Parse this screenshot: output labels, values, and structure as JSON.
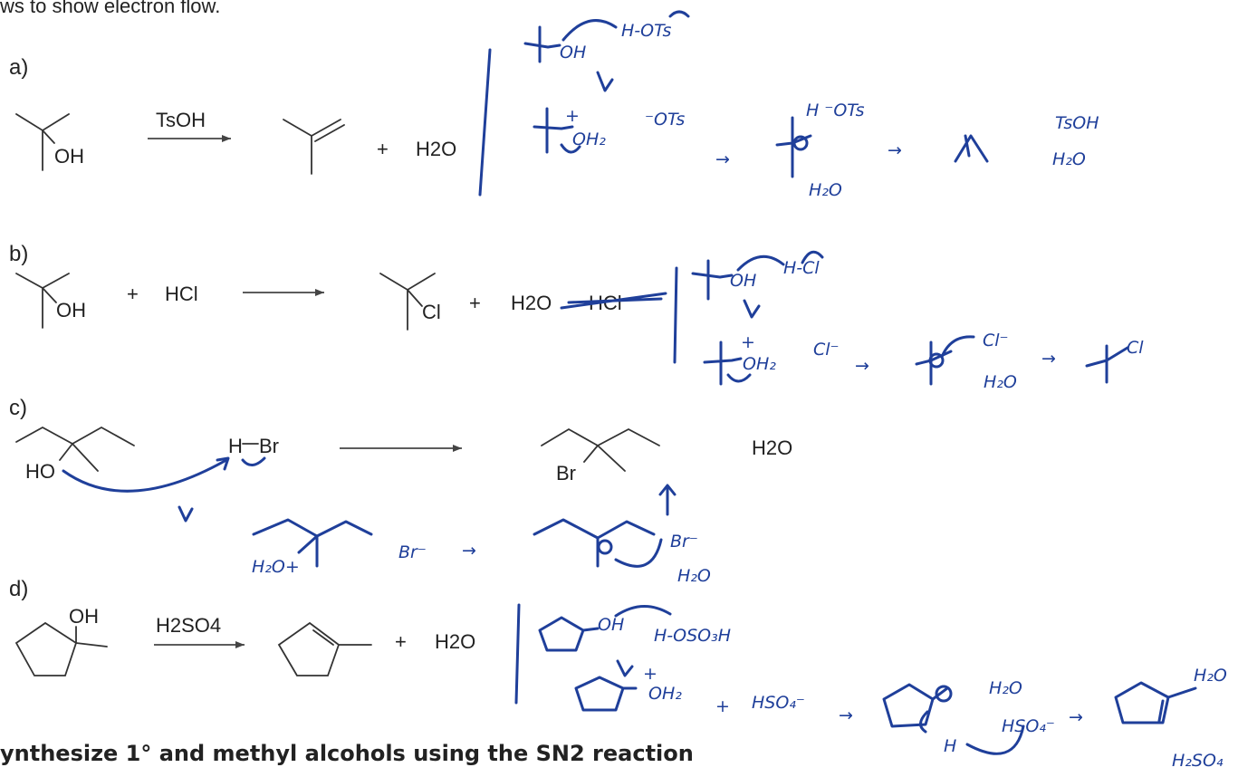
{
  "header_text": "ws to show electron flow.",
  "footer_text": "ynthesize 1° and methyl alcohols using the SN2 reaction",
  "problems": {
    "a": {
      "label": "a)",
      "oh": "OH",
      "reagent": "TsOH",
      "plus": "+",
      "water": "H2O",
      "handwritten": {
        "step1_hots": "H-OTs",
        "oh_small": "OH",
        "ots1": "⁻OTs",
        "oh2": "OH₂",
        "plus_charge": "+",
        "arrow1": "→",
        "h_ots2": "H  ⁻OTs",
        "arrow2": "→",
        "water_mid": "H₂O",
        "tsoh": "TsOH",
        "water_right": "H₂O"
      }
    },
    "b": {
      "label": "b)",
      "oh": "OH",
      "plus": "+",
      "reagent": "HCl",
      "cl": "Cl",
      "water": "H2O",
      "struck": "HCl",
      "handwritten": {
        "oh_small": "OH",
        "hcl": "H-Cl",
        "oh2": "OH₂",
        "plus_charge": "+",
        "cl_minus": "Cl⁻",
        "arrow1": "→",
        "cl_minus2": "Cl⁻",
        "water_mid": "H₂O",
        "arrow2": "→",
        "cl_product": "Cl"
      }
    },
    "c": {
      "label": "c)",
      "ho": "HO",
      "h_br": "H",
      "br": "Br",
      "br_product": "Br",
      "water": "H2O",
      "handwritten": {
        "h2o_plus": "H₂O+",
        "br_minus": "Br⁻",
        "arrow1": "→",
        "br_minus2": "Br⁻",
        "water_mid": "H₂O"
      }
    },
    "d": {
      "label": "d)",
      "oh": "OH",
      "reagent": "H2SO4",
      "plus": "+",
      "water": "H2O",
      "handwritten": {
        "oh_small": "OH",
        "h_oso3h": "H-OSO₃H",
        "oh2": "OH₂",
        "plus_charge": "+",
        "plus_sign": "+",
        "hso4": "HSO₄⁻",
        "arrow1": "→",
        "water_mid": "H₂O",
        "hso4_2": "HSO₄⁻",
        "arrow2": "→",
        "water_right": "H₂O",
        "h2so4": "H₂SO₄",
        "h_small": "H"
      }
    }
  }
}
